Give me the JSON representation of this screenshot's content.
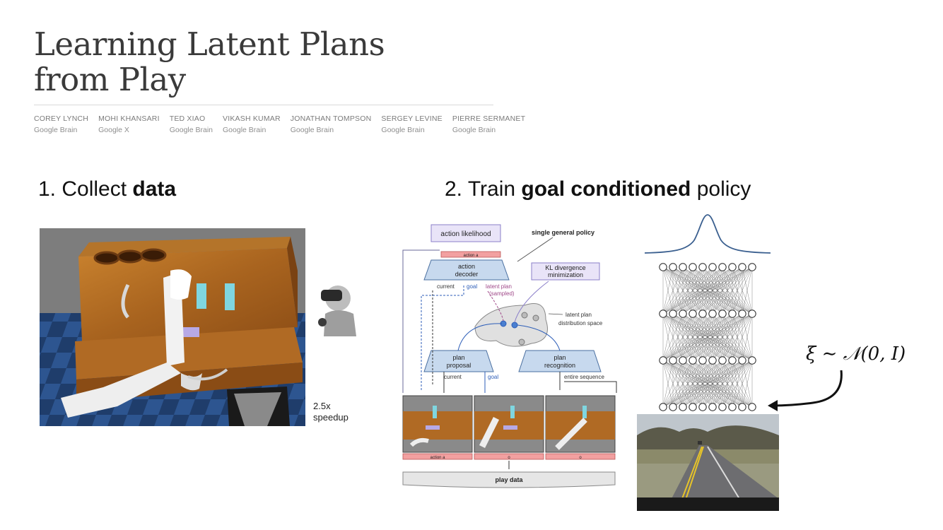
{
  "paper": {
    "title_line1": "Learning Latent Plans",
    "title_line2": "from Play",
    "authors": [
      {
        "name": "COREY LYNCH",
        "affiliation": "Google Brain"
      },
      {
        "name": "MOHI KHANSARI",
        "affiliation": "Google X"
      },
      {
        "name": "TED XIAO",
        "affiliation": "Google Brain"
      },
      {
        "name": "VIKASH KUMAR",
        "affiliation": "Google Brain"
      },
      {
        "name": "JONATHAN TOMPSON",
        "affiliation": "Google Brain"
      },
      {
        "name": "SERGEY LEVINE",
        "affiliation": "Google Brain"
      },
      {
        "name": "PIERRE SERMANET",
        "affiliation": "Google Brain"
      }
    ]
  },
  "steps": {
    "step1_prefix": "1. Collect ",
    "step1_bold": "data",
    "step2_prefix": "2. Train ",
    "step2_bold": "goal conditioned",
    "step2_suffix": " policy"
  },
  "sim": {
    "speedup_line1": "2.5x",
    "speedup_line2": "speedup"
  },
  "diagram": {
    "action_likelihood": "action likelihood",
    "single_general_policy": "single general policy",
    "action_bar": "action a",
    "action_decoder_line1": "action",
    "action_decoder_line2": "decoder",
    "kl_line1": "KL divergence",
    "kl_line2": "minimization",
    "current": "current",
    "goal": "goal",
    "latent_plan_line1": "latent plan",
    "latent_plan_line2": "(sampled)",
    "space_line1": "latent plan",
    "space_line2": "distribution space",
    "plan_proposal_line1": "plan",
    "plan_proposal_line2": "proposal",
    "plan_recognition_line1": "plan",
    "plan_recognition_line2": "recognition",
    "current2": "current",
    "goal2": "goal",
    "entire_sequence": "entire sequence",
    "frame1_label": "action a",
    "frame2_label": "o",
    "frame3_label": "o",
    "play_data": "play data"
  },
  "math": {
    "noise": "ξ ∼ 𝒩(0, I)"
  }
}
